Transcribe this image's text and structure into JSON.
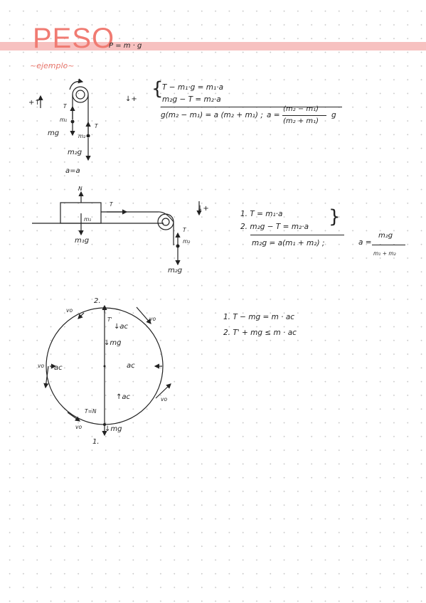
{
  "title": "PESO",
  "formula": "P = m · g",
  "subtitle": "~ejemplo~",
  "pulley": {
    "plus_up": "+↑",
    "T_left": "T",
    "m1": "m₁",
    "mg": "mg",
    "m2": "m₂",
    "T_right": "T",
    "m2g": "m₂g",
    "a_eq": "a=a",
    "down_plus": "↓+",
    "eq1": "T − m₁·g = m₁·a",
    "eq2": "m₂g − T = m₂·a",
    "eq_sum": "g(m₂ − m₁) = a (m₂ + m₁) ;",
    "a_result_lhs": "a =",
    "a_num": "(m₂ − m₁)",
    "a_den": "(m₂ + m₁)",
    "a_g": "g"
  },
  "table": {
    "N": "N",
    "T": "T",
    "m1": "m₁",
    "m1g": "m₁g",
    "T_hang": "T",
    "m2": "m₂",
    "m2g": "m₂g",
    "down_plus": "↓+",
    "eq1": "1. T = m₁·a",
    "eq2": "2. m₂g − T = m₂·a",
    "eq_sum": "m₂g = a(m₁ + m₂) ;",
    "a_lhs": "a =",
    "a_num": "m₂g",
    "a_den": "m₁ + m₂"
  },
  "circle": {
    "top_label": "2.",
    "vo_tl": "vo",
    "vo_tr": "vo",
    "vo_left": "vo",
    "vo_br": "vo",
    "vo_bl": "vo",
    "T_prime": "T'",
    "ac_top": "↓ac",
    "mg_top": "↓mg",
    "ac_left": "ac",
    "ac_right": "ac",
    "ac_bottom": "↑ac",
    "TN": "T=N",
    "mg_bottom": "↓mg",
    "bottom_label": "1.",
    "eq1": "1. T − mg = m · ac",
    "eq2": "2. T' + mg ≤ m · ac"
  }
}
